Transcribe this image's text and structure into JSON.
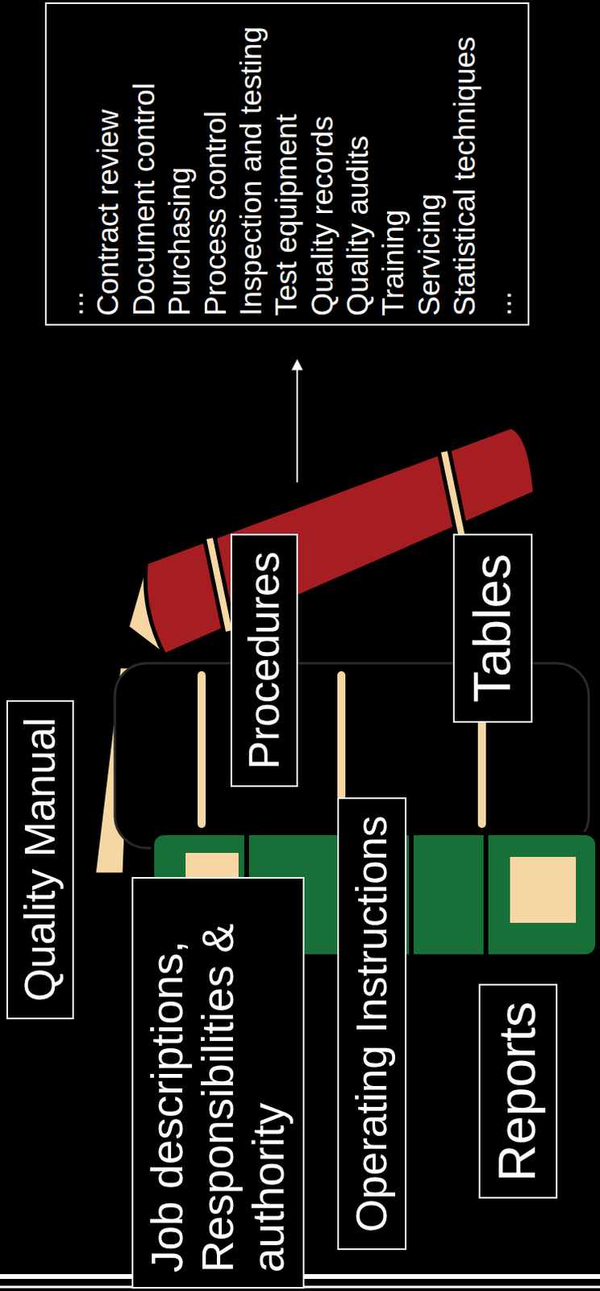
{
  "diagram": {
    "nodes": [
      {
        "text": [
          "Quality Manual"
        ]
      },
      {
        "text": [
          "Job descriptions, Responsibilities & authority"
        ]
      },
      {
        "text": [
          "Procedures"
        ]
      },
      {
        "text": [
          "Operating Instructions"
        ]
      },
      {
        "text": [
          "Tables"
        ]
      },
      {
        "text": [
          "Reports"
        ]
      },
      {
        "text": [
          "...",
          "Contract review",
          "Document control",
          "Purchasing",
          "Process control",
          "Inspection and testing",
          "Test equipment",
          "Quality records",
          "Quality audits",
          "Training",
          "Servicing",
          "Statistical techniques",
          "..."
        ]
      }
    ],
    "edges": [
      {
        "from": 2,
        "to": 6,
        "arrow": "to"
      }
    ]
  }
}
